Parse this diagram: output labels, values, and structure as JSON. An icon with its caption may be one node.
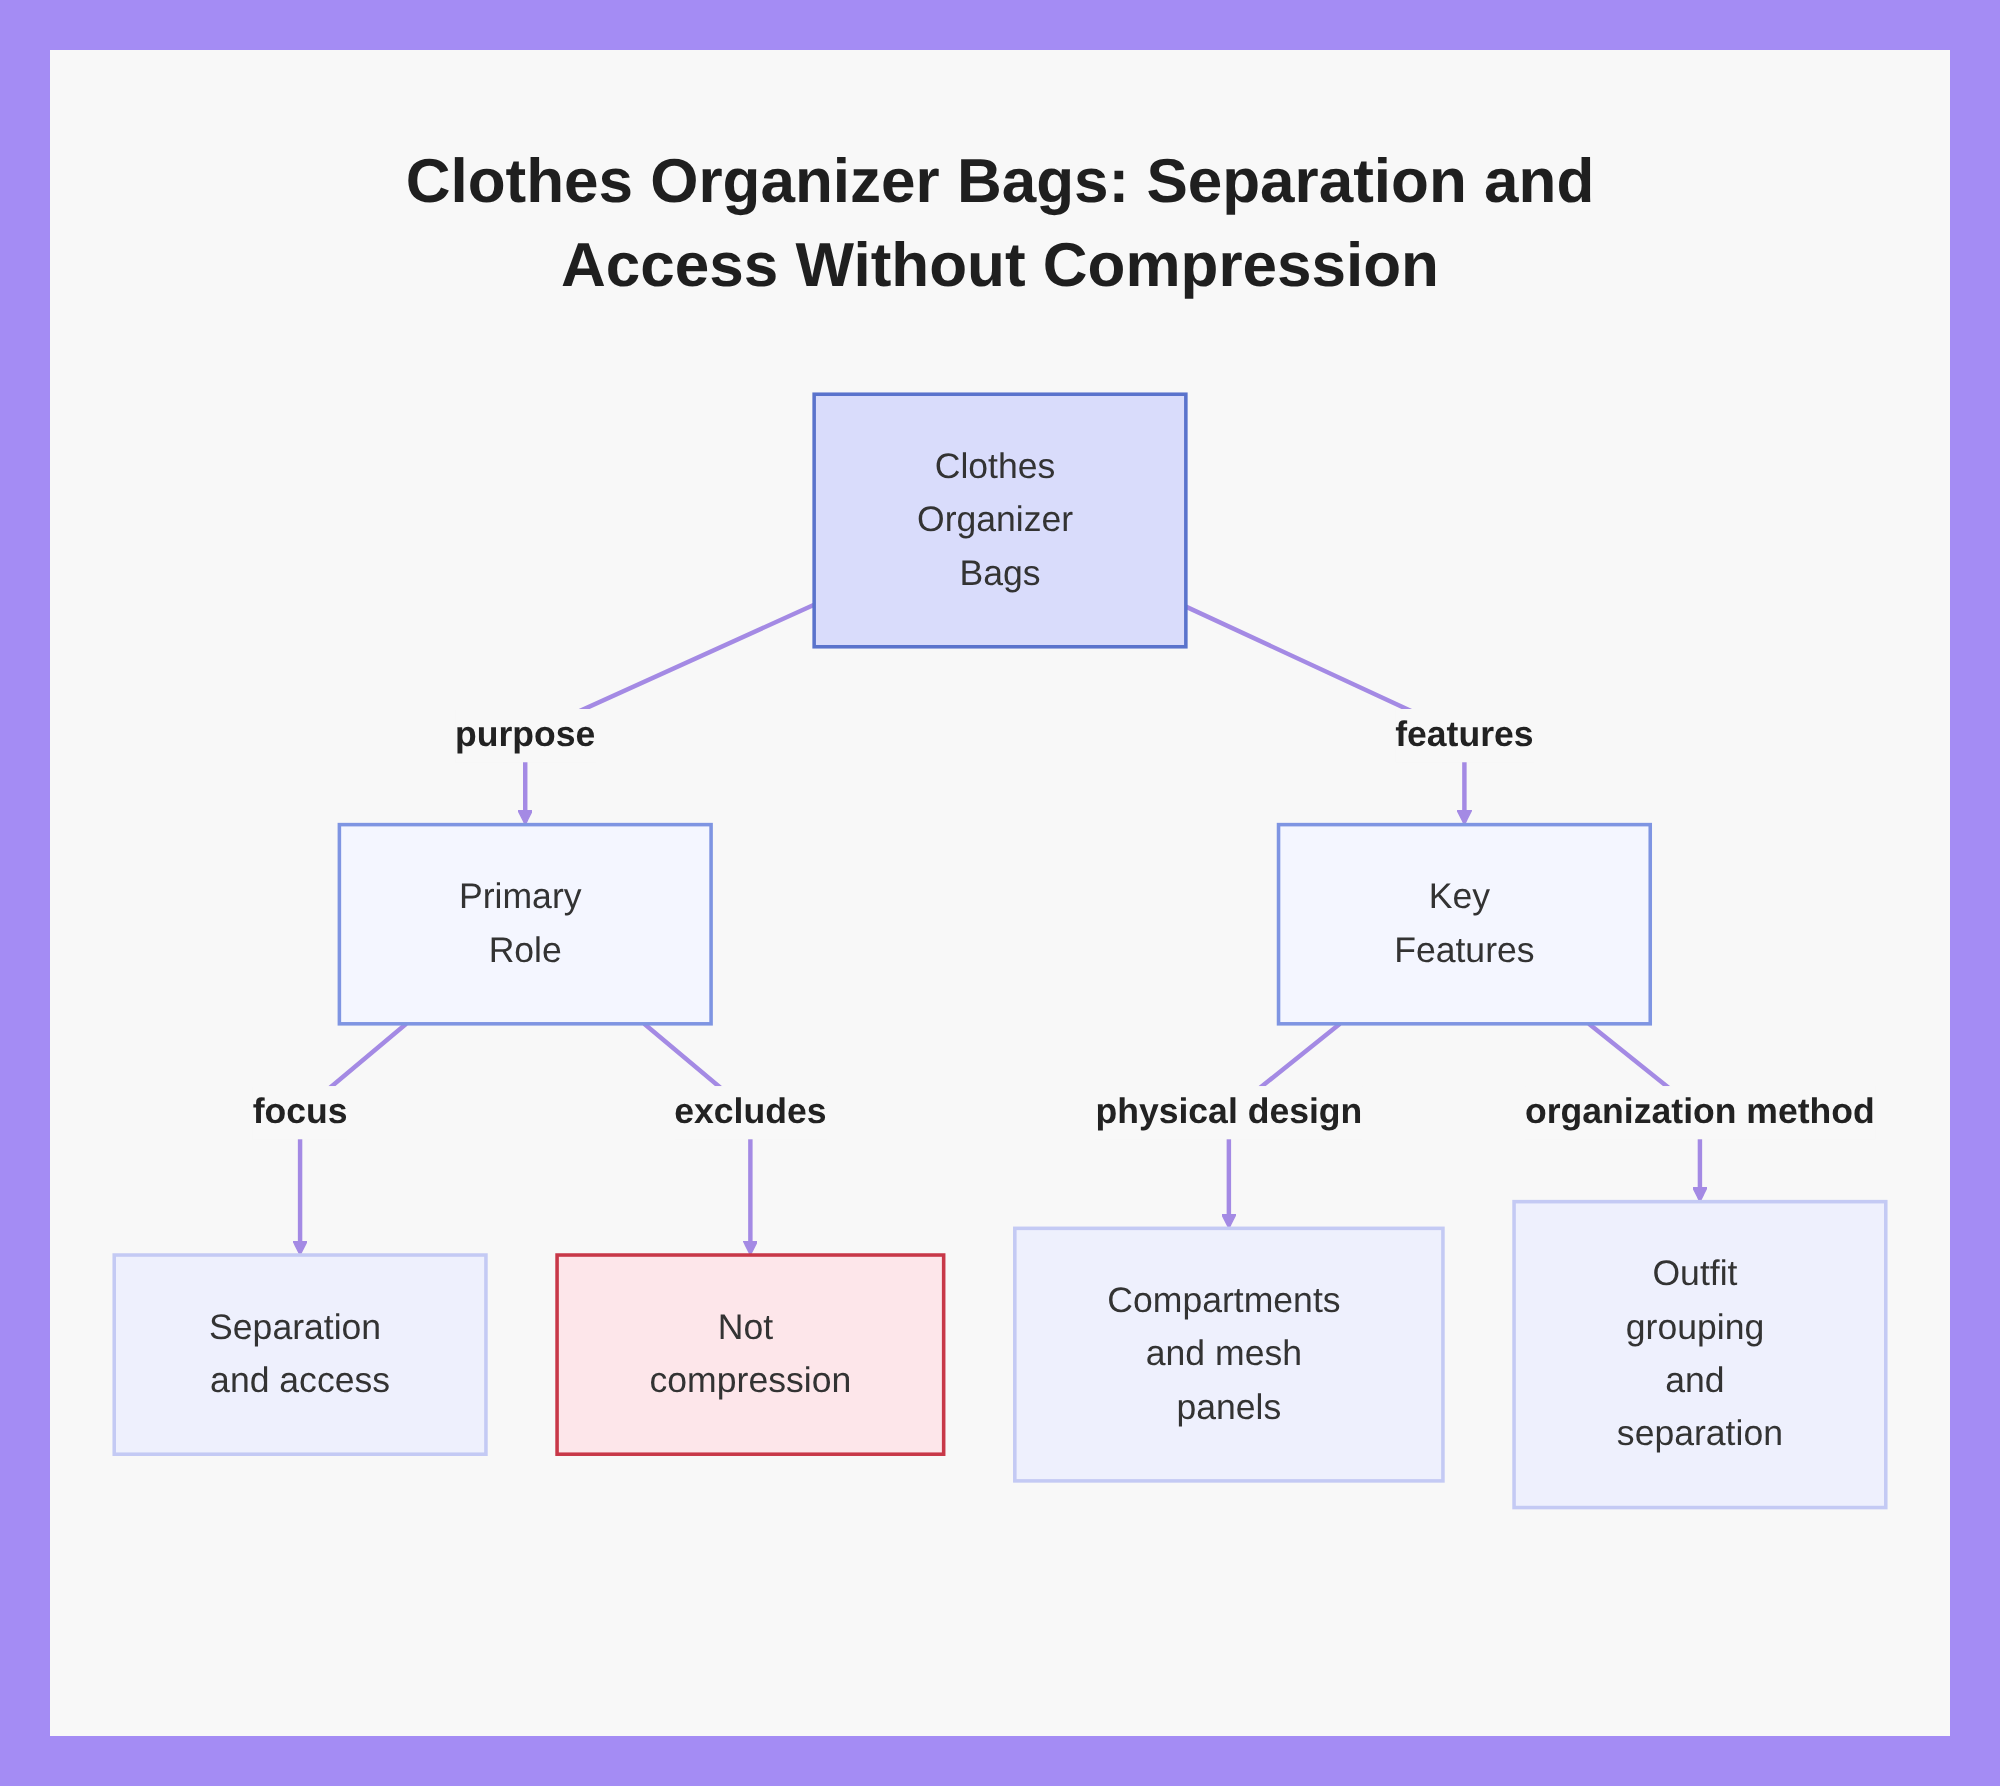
{
  "diagram": {
    "title": "Clothes Organizer Bags: Separation and Access Without Compression",
    "nodes": [
      {
        "text": [
          "Clothes Organizer Bags"
        ]
      },
      {
        "text": [
          "Primary Role"
        ]
      },
      {
        "text": [
          "Key Features"
        ]
      },
      {
        "text": [
          "Separation and access"
        ]
      },
      {
        "text": [
          "Not compression"
        ]
      },
      {
        "text": [
          "Compartments and mesh panels"
        ]
      },
      {
        "text": [
          "Outfit grouping and separation"
        ]
      }
    ],
    "edges": [
      {
        "from": 0,
        "to": 1,
        "arrow": "to",
        "label": "purpose"
      },
      {
        "from": 0,
        "to": 2,
        "arrow": "to",
        "label": "features"
      },
      {
        "from": 1,
        "to": 3,
        "arrow": "to",
        "label": "focus"
      },
      {
        "from": 1,
        "to": 4,
        "arrow": "to",
        "label": "excludes"
      },
      {
        "from": 2,
        "to": 5,
        "arrow": "to",
        "label": "physical design"
      },
      {
        "from": 2,
        "to": 6,
        "arrow": "to",
        "label": "organization method"
      }
    ]
  }
}
